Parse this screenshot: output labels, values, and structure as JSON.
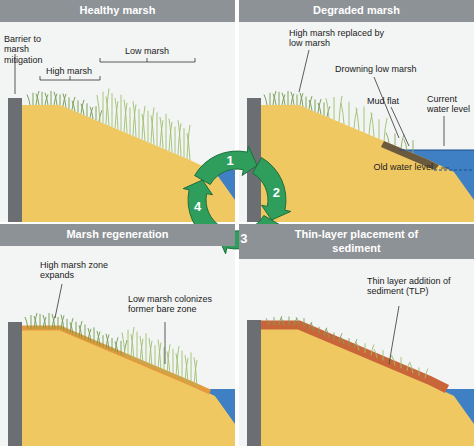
{
  "diagram": {
    "nodes": [
      {
        "text": [
          "Healthy marsh"
        ]
      },
      {
        "text": [
          "Degraded marsh"
        ]
      },
      {
        "text": [
          "Marsh regeneration"
        ]
      },
      {
        "text": [
          "Thin-layer placement of sediment"
        ]
      }
    ],
    "labels": [
      "Barrier to marsh mitigation",
      "High marsh",
      "Low marsh",
      "High marsh replaced by low marsh",
      "Drowning low marsh",
      "Mud flat",
      "Current water level",
      "Old water level",
      "High marsh zone expands",
      "Low marsh colonizes former bare zone",
      "Thin layer addition of sediment (TLP)",
      "1",
      "2",
      "3",
      "4"
    ]
  }
}
